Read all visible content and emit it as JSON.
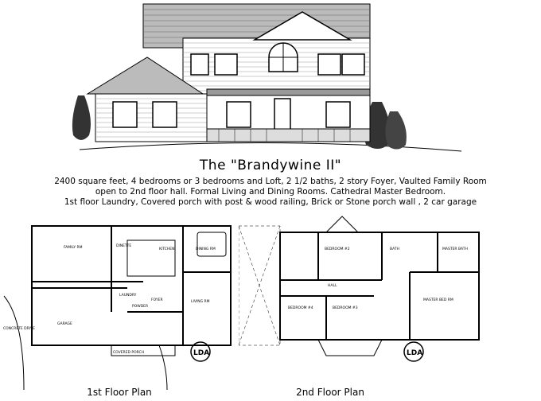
{
  "title": "The \"Brandywine II\"",
  "description": [
    "2400 square feet, 4 bedrooms or 3 bedrooms and Loft, 2 1/2 baths, 2 story Foyer, Vaulted Family Room",
    "open to 2nd floor hall. Formal Living and Dining Rooms. Cathedral Master Bedroom.",
    "1st floor Laundry, Covered porch with post & wood railing, Brick or Stone porch wall , 2 car garage"
  ],
  "first_floor": {
    "label": "1st Floor Plan",
    "rooms": {
      "family": "FAMILY RM",
      "dinette": "DINETTE",
      "kitchen": "KITCHEN",
      "dining": "DINING RM",
      "living": "LIVING RM",
      "foyer": "FOYER",
      "powder": "POWDER",
      "laundry": "LAUNDRY",
      "garage": "GARAGE",
      "porch": "COVERED PORCH",
      "drive": "CONCRETE DRIVE"
    }
  },
  "second_floor": {
    "label": "2nd Floor Plan",
    "rooms": {
      "bedroom2": "BEDROOM #2",
      "bedroom3": "BEDROOM #3",
      "bedroom4": "BEDROOM #4",
      "master": "MASTER BED RM",
      "hall": "HALL",
      "bath": "BATH",
      "master_bath": "MASTER BATH"
    }
  },
  "logo_text": "LDA"
}
